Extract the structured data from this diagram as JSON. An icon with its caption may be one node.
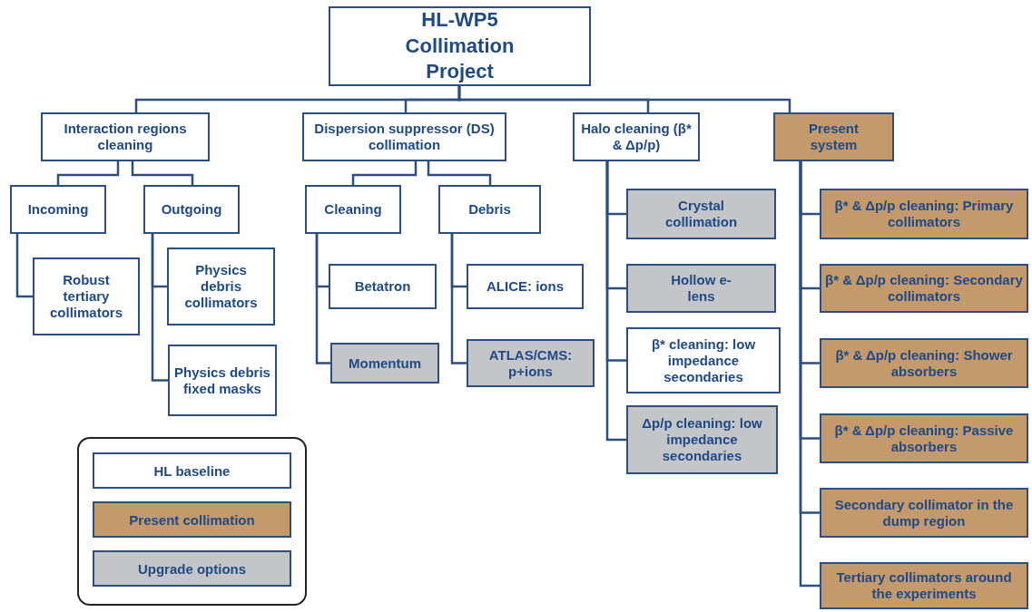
{
  "diagram": {
    "nodes": [
      {
        "text": [
          "HL-WP5 Collimation Project"
        ]
      },
      {
        "text": [
          "Interaction regions cleaning"
        ]
      },
      {
        "text": [
          "Dispersion suppressor (DS) collimation"
        ]
      },
      {
        "text": [
          "Halo cleaning (β* & Δp/p)"
        ]
      },
      {
        "text": [
          "Present system"
        ]
      },
      {
        "text": [
          "Incoming"
        ]
      },
      {
        "text": [
          "Outgoing"
        ]
      },
      {
        "text": [
          "Robust tertiary collimators"
        ]
      },
      {
        "text": [
          "Physics debris collimators"
        ]
      },
      {
        "text": [
          "Physics debris fixed masks"
        ]
      },
      {
        "text": [
          "Cleaning"
        ]
      },
      {
        "text": [
          "Betatron"
        ]
      },
      {
        "text": [
          "Momentum"
        ]
      },
      {
        "text": [
          "Debris"
        ]
      },
      {
        "text": [
          "ALICE: ions"
        ]
      },
      {
        "text": [
          "ATLAS/CMS: p+ions"
        ]
      },
      {
        "text": [
          "Crystal collimation"
        ]
      },
      {
        "text": [
          "Hollow e-lens"
        ]
      },
      {
        "text": [
          "β* cleaning: low impedance secondaries"
        ]
      },
      {
        "text": [
          "Δp/p cleaning: low impedance secondaries"
        ]
      },
      {
        "text": [
          "β* & Δp/p cleaning: Primary collimators"
        ]
      },
      {
        "text": [
          "β* & Δp/p cleaning: Secondary collimators"
        ]
      },
      {
        "text": [
          "β* & Δp/p cleaning: Shower absorbers"
        ]
      },
      {
        "text": [
          "β* & Δp/p cleaning: Passive absorbers"
        ]
      },
      {
        "text": [
          "Secondary collimator in the dump region"
        ]
      },
      {
        "text": [
          "Tertiary collimators around the experiments"
        ]
      }
    ],
    "edges": [
      {
        "from": 0,
        "to": 1,
        "arrow": "none"
      },
      {
        "from": 0,
        "to": 2,
        "arrow": "none"
      },
      {
        "from": 0,
        "to": 3,
        "arrow": "none"
      },
      {
        "from": 0,
        "to": 4,
        "arrow": "none"
      },
      {
        "from": 1,
        "to": 5,
        "arrow": "none"
      },
      {
        "from": 1,
        "to": 6,
        "arrow": "none"
      },
      {
        "from": 5,
        "to": 7,
        "arrow": "none"
      },
      {
        "from": 6,
        "to": 8,
        "arrow": "none"
      },
      {
        "from": 6,
        "to": 9,
        "arrow": "none"
      },
      {
        "from": 2,
        "to": 10,
        "arrow": "none"
      },
      {
        "from": 2,
        "to": 13,
        "arrow": "none"
      },
      {
        "from": 10,
        "to": 11,
        "arrow": "none"
      },
      {
        "from": 10,
        "to": 12,
        "arrow": "none"
      },
      {
        "from": 13,
        "to": 14,
        "arrow": "none"
      },
      {
        "from": 13,
        "to": 15,
        "arrow": "none"
      },
      {
        "from": 3,
        "to": 16,
        "arrow": "none"
      },
      {
        "from": 3,
        "to": 17,
        "arrow": "none"
      },
      {
        "from": 3,
        "to": 18,
        "arrow": "none"
      },
      {
        "from": 3,
        "to": 19,
        "arrow": "none"
      },
      {
        "from": 4,
        "to": 20,
        "arrow": "none"
      },
      {
        "from": 4,
        "to": 21,
        "arrow": "none"
      },
      {
        "from": 4,
        "to": 22,
        "arrow": "none"
      },
      {
        "from": 4,
        "to": 23,
        "arrow": "none"
      },
      {
        "from": 4,
        "to": 24,
        "arrow": "none"
      },
      {
        "from": 4,
        "to": 25,
        "arrow": "none"
      }
    ],
    "legend": [
      {
        "text": "HL baseline",
        "color": "#ffffff"
      },
      {
        "text": "Present collimation",
        "color": "#c49a6c"
      },
      {
        "text": "Upgrade options",
        "color": "#c4c5c8"
      }
    ]
  }
}
